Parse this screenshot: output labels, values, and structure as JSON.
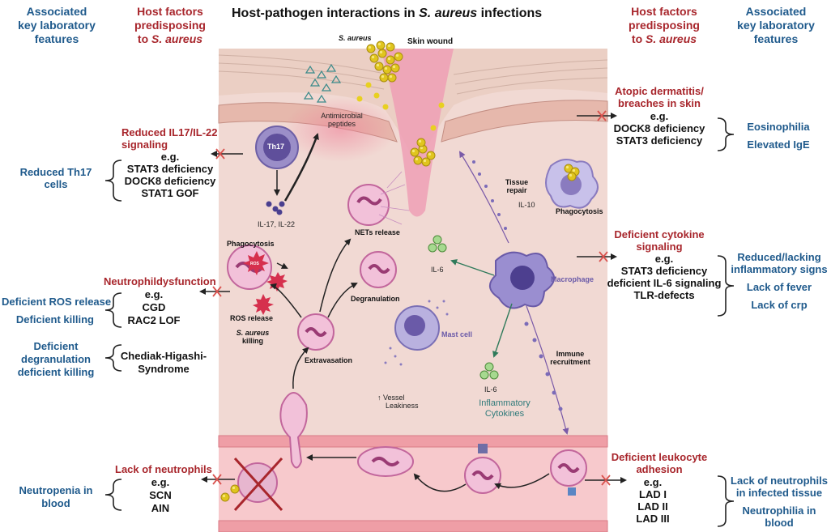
{
  "title": {
    "prefix": "Host-pathogen interactions in ",
    "italic": "S. aureus",
    "suffix": " infections"
  },
  "left_header": {
    "lab": [
      "Associated",
      "key laboratory",
      "features"
    ],
    "host": [
      "Host factors",
      "predisposing"
    ],
    "host_to": "to ",
    "host_it": "S. aureus"
  },
  "right_header": {
    "host": [
      "Host factors",
      "predisposing"
    ],
    "host_to": "to ",
    "host_it": "S. aureus",
    "lab": [
      "Associated",
      "key laboratory",
      "features"
    ]
  },
  "labels": {
    "s_aureus": "S. aureus",
    "skin_wound": "Skin wound",
    "antimicrobial": [
      "Antimicrobial",
      "peptides"
    ],
    "th17": "Th17",
    "il17": "IL-17, IL-22",
    "nets": "NETs release",
    "tissue_repair": [
      "Tissue",
      "repair"
    ],
    "il10": "IL-10",
    "phagocytosis_r": "Phagocytosis",
    "phagocytosis_l": "Phagocytosis",
    "il6_top": "IL-6",
    "macrophage": "Macrophage",
    "degranulation": "Degranulation",
    "mast_cell": "Mast cell",
    "ros_release": "ROS release",
    "ros": "ROS",
    "s_aureus_killing": "S. aureus",
    "killing": "killing",
    "extravasation": "Extravasation",
    "vessel": [
      "↑ Vessel",
      "Leakiness"
    ],
    "immune": [
      "Immune",
      "recruitment"
    ],
    "il6_bottom": "IL-6",
    "inflammatory": [
      "Inflammatory",
      "Cytokines"
    ]
  },
  "left_groups": [
    {
      "red": [
        "Reduced IL17/IL-22",
        "signaling"
      ],
      "eg": "e.g.",
      "items": [
        "STAT3 deficiency",
        "DOCK8 deficiency",
        "STAT1 GOF"
      ],
      "lab": [
        "Reduced Th17",
        "cells"
      ]
    },
    {
      "red": [
        "Neutrophildysfunction"
      ],
      "eg": "e.g.",
      "items": [
        "CGD",
        "RAC2 LOF"
      ],
      "lab": [
        "Deficient ROS release",
        "Deficient killing"
      ]
    },
    {
      "items": [
        "Chediak-Higashi-",
        "Syndrome"
      ],
      "lab": [
        "Deficient",
        "degranulation",
        "deficient killing"
      ]
    },
    {
      "red": [
        "Lack of neutrophils"
      ],
      "eg": "e.g.",
      "items": [
        "SCN",
        "AIN"
      ],
      "lab": [
        "Neutropenia in",
        "blood"
      ]
    }
  ],
  "right_groups": [
    {
      "red": [
        "Atopic dermatitis/",
        "breaches in skin"
      ],
      "eg": "e.g.",
      "items": [
        "DOCK8 deficiency",
        "STAT3 deficiency"
      ],
      "lab": [
        "Eosinophilia",
        "Elevated IgE"
      ]
    },
    {
      "red": [
        "Deficient cytokine",
        "signaling"
      ],
      "eg": "e.g.",
      "items": [
        "STAT3 deficiency",
        "deficient IL-6 signaling",
        "TLR-defects"
      ],
      "lab": [
        "Reduced/lacking",
        "inflammatory signs",
        "Lack of fever",
        "Lack of crp"
      ]
    },
    {
      "red": [
        "Deficient leukocyte",
        "adhesion"
      ],
      "eg": "e.g.",
      "items": [
        "LAD I",
        "LAD II",
        "LAD III"
      ],
      "lab": [
        "Lack of neutrophils",
        "in infected tissue",
        "Neutrophilia in",
        "blood"
      ]
    }
  ],
  "colors": {
    "blue_text": "#1f5a8c",
    "red_text": "#a8262c",
    "tissue": "#f1d9d3",
    "vessel": "#f7c9cc",
    "cell_membrane": "#e8a3c9",
    "bacteria": "#dcc21f",
    "inhibit_x": "#d9534f"
  },
  "icons": [
    "inhibit-x-icon",
    "arrow-icon",
    "brace-icon",
    "staphylococcus-icon",
    "neutrophil-icon",
    "macrophage-icon",
    "mast-cell-icon",
    "th17-cell-icon",
    "ros-burst-icon",
    "cytokine-icon",
    "skin-layer-icon",
    "blood-vessel-icon"
  ]
}
